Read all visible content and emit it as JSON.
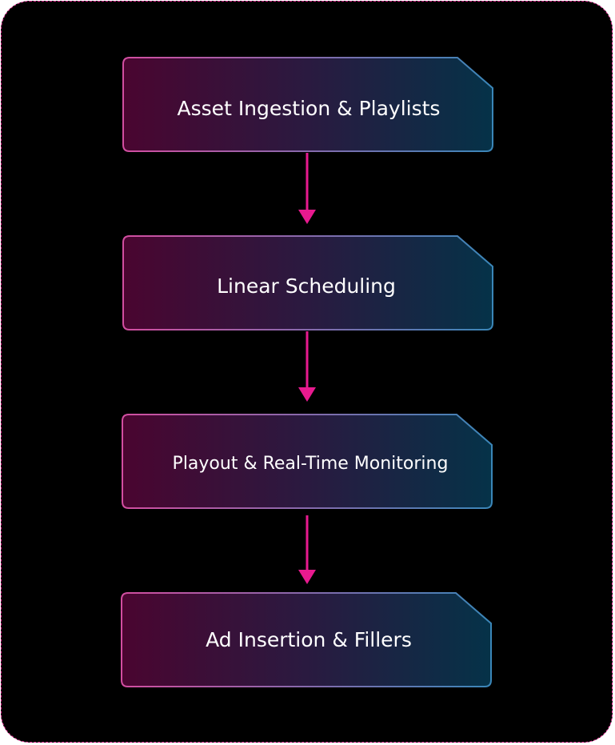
{
  "diagram": {
    "nodes": [
      {
        "id": "asset-ingestion",
        "label": "Asset Ingestion & Playlists"
      },
      {
        "id": "linear-scheduling",
        "label": "Linear Scheduling"
      },
      {
        "id": "playout-monitoring",
        "label": "Playout & Real-Time Monitoring"
      },
      {
        "id": "ad-insertion",
        "label": "Ad Insertion & Fillers"
      }
    ],
    "edges": [
      {
        "from": "asset-ingestion",
        "to": "linear-scheduling"
      },
      {
        "from": "linear-scheduling",
        "to": "playout-monitoring"
      },
      {
        "from": "playout-monitoring",
        "to": "ad-insertion"
      }
    ],
    "colors": {
      "background": "#000000",
      "frame_border": "#e0298f",
      "node_gradient_start": "#4a0530",
      "node_gradient_end": "#053248",
      "node_border_start": "#d24ea0",
      "node_border_end": "#3a86b8",
      "arrow": "#e81a8f",
      "text": "#ffffff"
    }
  }
}
